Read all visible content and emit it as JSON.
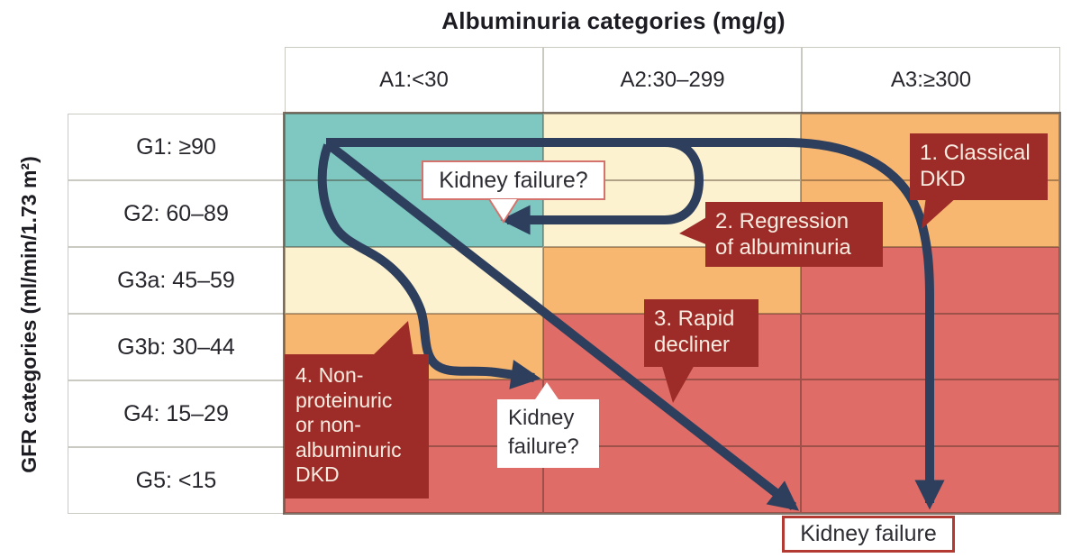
{
  "title": "Albuminuria categories (mg/g)",
  "gfr_axis_label": "GFR categories (ml/min/1.73 m²)",
  "grid": {
    "columns": [
      {
        "id": "A1",
        "label": "A1:<30"
      },
      {
        "id": "A2",
        "label": "A2:30–299"
      },
      {
        "id": "A3",
        "label": "A3:≥300"
      }
    ],
    "rows": [
      {
        "id": "G1",
        "label": "G1: ≥90"
      },
      {
        "id": "G2",
        "label": "G2: 60–89"
      },
      {
        "id": "G3a",
        "label": "G3a: 45–59"
      },
      {
        "id": "G3b",
        "label": "G3b: 30–44"
      },
      {
        "id": "G4",
        "label": "G4: 15–29"
      },
      {
        "id": "G5",
        "label": "G5: <15"
      }
    ],
    "cells": [
      [
        "teal",
        "cream",
        "orange"
      ],
      [
        "teal",
        "cream",
        "orange"
      ],
      [
        "cream",
        "orange",
        "red"
      ],
      [
        "orange",
        "red",
        "red"
      ],
      [
        "red",
        "red",
        "red"
      ],
      [
        "red",
        "red",
        "red"
      ]
    ]
  },
  "palette": {
    "teal": "#7fc8c2",
    "cream": "#fcf2cf",
    "orange": "#f8b771",
    "red": "#df6c66",
    "maroon": "#9d2c29",
    "navy": "#2e3f5e",
    "callout_text": "#f8ece0",
    "note_border_salmon": "#d4736e",
    "note_border_red": "#b23a33"
  },
  "callouts": [
    {
      "label": "1. Classical\nDKD"
    },
    {
      "label": "2. Regression\nof albuminuria"
    },
    {
      "label": "3. Rapid\ndecliner"
    },
    {
      "label": "4. Non-\nproteinuric\nor non-\nalbuminuric\nDKD"
    }
  ],
  "notes": [
    {
      "label": "Kidney failure?"
    },
    {
      "label": "Kidney\nfailure?"
    },
    {
      "label": "Kidney failure"
    }
  ]
}
